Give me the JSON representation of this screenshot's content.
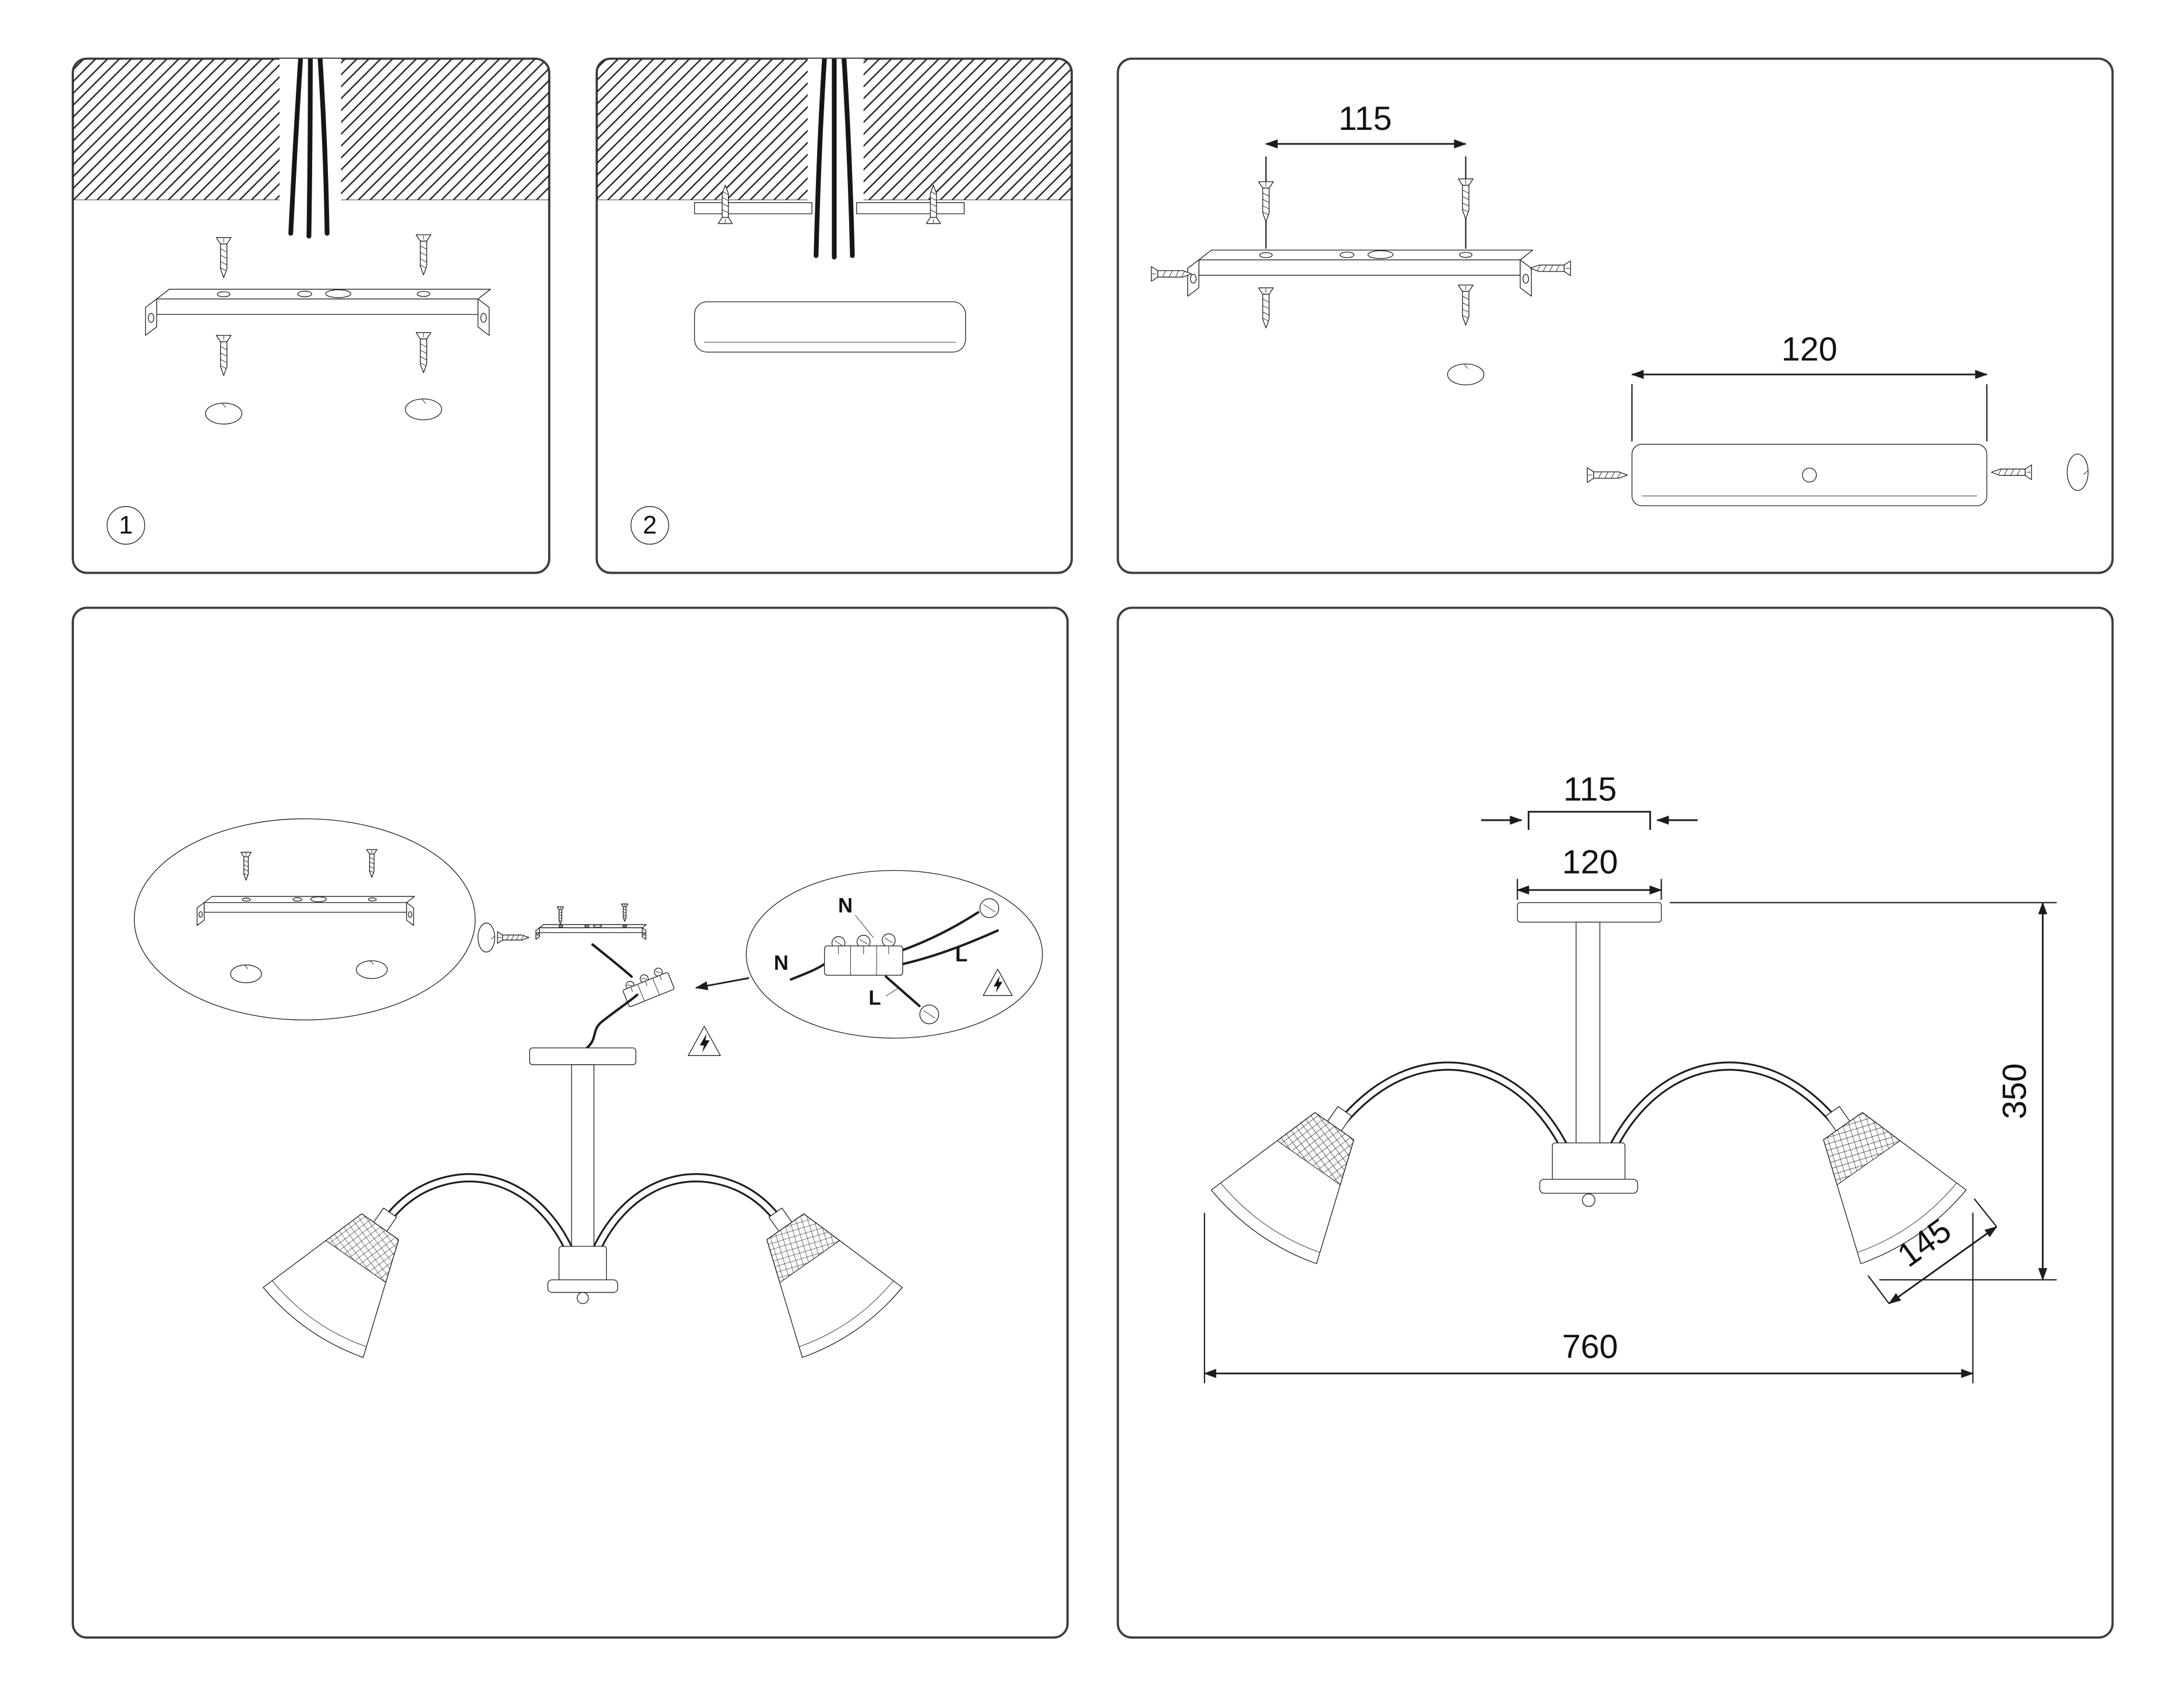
{
  "document": {
    "kind": "assembly-installation-instruction-sheet",
    "product": "two-arm ceiling chandelier"
  },
  "colors": {
    "ink": "#1c1c1c",
    "paper": "#ffffff",
    "panel_border": "#3d3d3d"
  },
  "steps": {
    "one": "1",
    "two": "2"
  },
  "hardware_panel": {
    "bracket_width": "115",
    "canopy_length": "120"
  },
  "wiring_detail": {
    "neutral_top": "N",
    "line_top": "L",
    "neutral_left": "N",
    "line_bottom": "L"
  },
  "fixture_dimensions": {
    "bracket_width": "115",
    "canopy_width": "120",
    "height": "350",
    "shade_diameter": "145",
    "overall_width": "760"
  },
  "icons": {
    "electric_warning": "triangle-lightning-bolt",
    "screw": "tapping-screw",
    "drill_hole": "hole-ellipse",
    "terminal_screw": "slotted-screw-head",
    "ceiling": "diagonal-hatch-band"
  }
}
